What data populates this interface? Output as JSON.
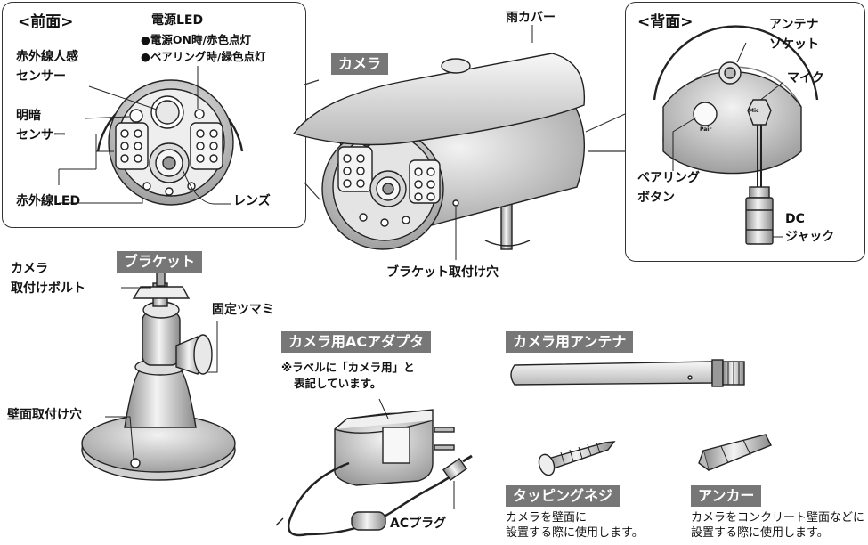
{
  "front_panel": {
    "title": "<前面>",
    "power_led": {
      "title": "電源LED",
      "line1": "●電源ON時/赤色点灯",
      "line2": "●ペアリング時/緑色点灯"
    },
    "ir_sensor": {
      "line1": "赤外線人感",
      "line2": "センサー"
    },
    "light_sensor": {
      "line1": "明暗",
      "line2": "センサー"
    },
    "ir_led": "赤外線LED",
    "lens": "レンズ"
  },
  "camera": {
    "badge": "カメラ",
    "rain_cover": "雨カバー",
    "bracket_hole": "ブラケット取付け穴"
  },
  "back_panel": {
    "title": "<背面>",
    "antenna_socket": {
      "line1": "アンテナ",
      "line2": "ソケット"
    },
    "mic": "マイク",
    "pairing_button": {
      "line1": "ペアリング",
      "line2": "ボタン"
    },
    "dc_jack": {
      "line1": "DC",
      "line2": "ジャック"
    },
    "mini_labels": {
      "pair": "Pair",
      "mic": "Mic"
    }
  },
  "bracket": {
    "badge": "ブラケット",
    "camera_bolt": {
      "line1": "カメラ",
      "line2": "取付けボルト"
    },
    "knob": "固定ツマミ",
    "wall_hole": "壁面取付け穴"
  },
  "adapter": {
    "badge": "カメラ用ACアダプタ",
    "note_line1": "※ラベルに「カメラ用」と",
    "note_line2": "表記しています。",
    "plug": "ACプラグ"
  },
  "antenna": {
    "badge": "カメラ用アンテナ"
  },
  "screw": {
    "badge": "タッピングネジ",
    "desc_line1": "カメラを壁面に",
    "desc_line2": "設置する際に使用します。"
  },
  "anchor": {
    "badge": "アンカー",
    "desc_line1": "カメラをコンクリート壁面などに",
    "desc_line2": "設置する際に使用します。"
  }
}
